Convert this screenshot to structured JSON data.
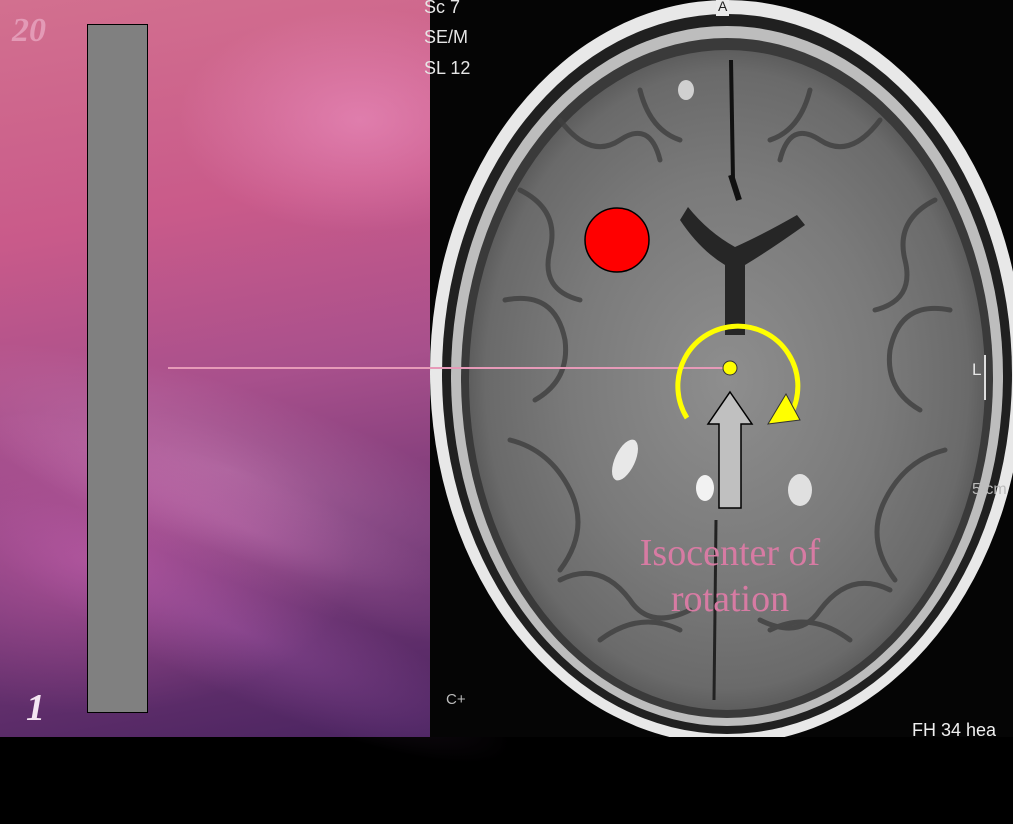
{
  "slider": {
    "top_value": "20",
    "bottom_value": "1"
  },
  "mri_overlay": {
    "lines": [
      "Sc 7",
      "SE/M",
      "SL 12"
    ],
    "bottom_left": "C+",
    "bottom_right": "FH 34 hea",
    "top_marker": "A",
    "left_marker": "L",
    "scale_label": "5 cm"
  },
  "annotation": {
    "caption_line1": "Isocenter of",
    "caption_line2": "rotation"
  },
  "colors": {
    "target": "#ff0000",
    "isocenter": "#ffff00",
    "rotation_arrow": "#ffff00",
    "pointer_arrow": "#c0c0c0",
    "caption": "#d77ba3",
    "beam_line": "#e69ab8"
  }
}
